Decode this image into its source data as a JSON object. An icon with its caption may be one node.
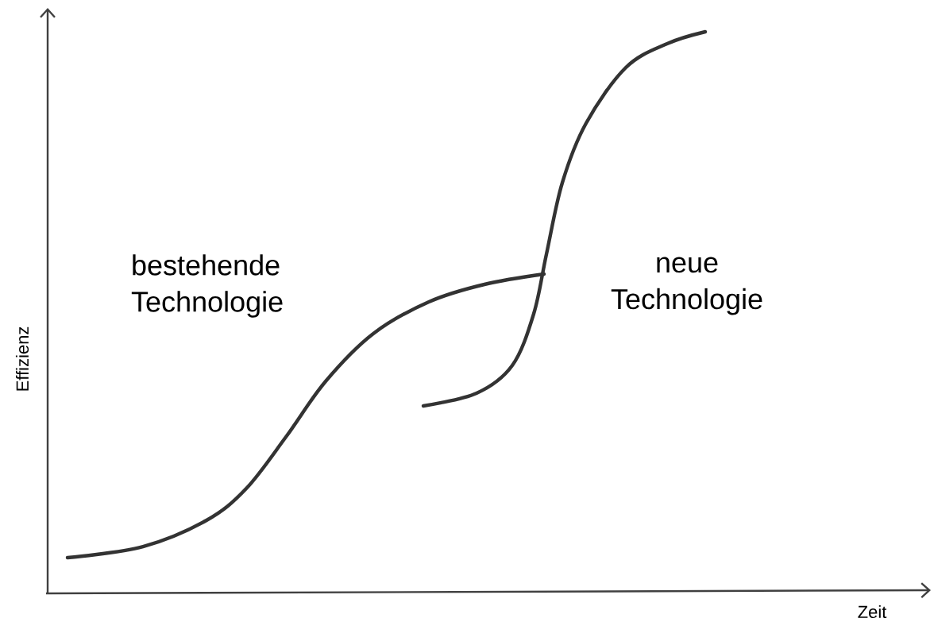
{
  "diagram": {
    "labels": [
      "bestehende Technologie",
      "neue Technologie",
      "Effizienz",
      "Zeit"
    ]
  }
}
